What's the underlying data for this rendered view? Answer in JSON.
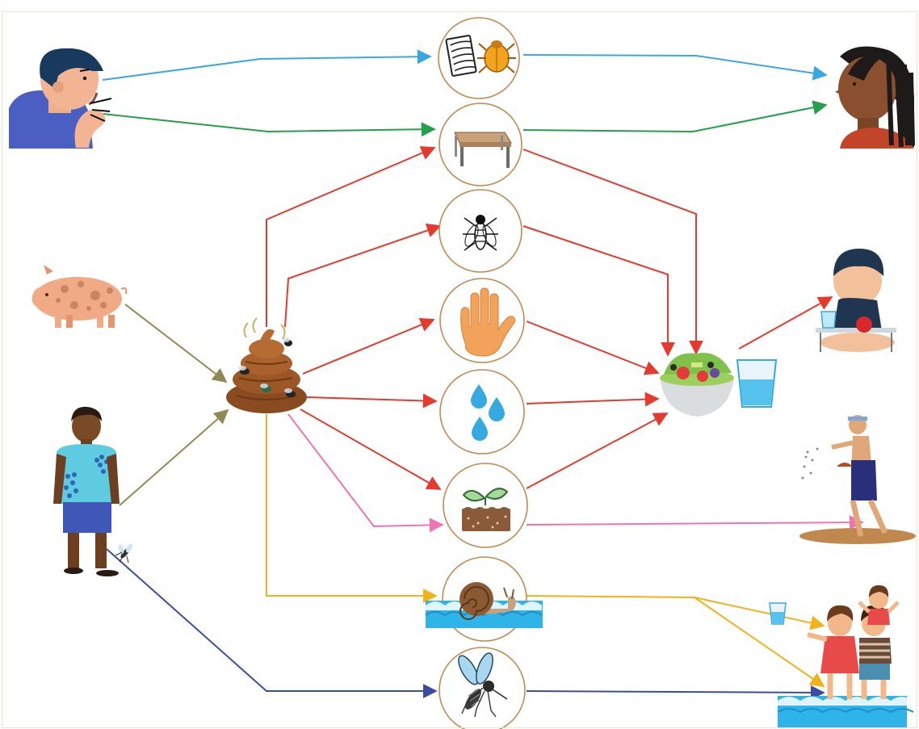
{
  "colors": {
    "respiratory": "#3aa8e0",
    "contact": "#23a049",
    "fecal": "#e63a2e",
    "water_snail": "#f2b21b",
    "soil": "#ee74b2",
    "vector": "#3b4d9e",
    "zoonotic": "#8f8a55",
    "node_border": "#c08a52"
  },
  "sources": [
    {
      "id": "coughing-person",
      "icon": "coughing-person-icon"
    },
    {
      "id": "pig",
      "icon": "pig-icon"
    },
    {
      "id": "infected-person",
      "icon": "infected-person-icon"
    },
    {
      "id": "feces",
      "icon": "feces-with-flies-icon"
    }
  ],
  "vehicles": [
    {
      "id": "bedding-mites",
      "icon": "bedding-and-mite-icon"
    },
    {
      "id": "table-surface",
      "icon": "table-surface-icon"
    },
    {
      "id": "fly",
      "icon": "housefly-icon"
    },
    {
      "id": "hand",
      "icon": "hand-icon"
    },
    {
      "id": "water-drops",
      "icon": "water-drops-icon"
    },
    {
      "id": "soil-seedling",
      "icon": "soil-seedling-icon"
    },
    {
      "id": "snail-water",
      "icon": "snail-in-water-icon"
    },
    {
      "id": "mosquito",
      "icon": "mosquito-icon"
    }
  ],
  "targets": [
    {
      "id": "exposed-woman",
      "icon": "woman-profile-icon"
    },
    {
      "id": "food-and-drink",
      "icon": "salad-and-water-glass-icon"
    },
    {
      "id": "eating-child",
      "icon": "child-eating-icon"
    },
    {
      "id": "farmer",
      "icon": "farmer-sowing-icon"
    },
    {
      "id": "children-in-water",
      "icon": "children-wading-icon"
    }
  ]
}
